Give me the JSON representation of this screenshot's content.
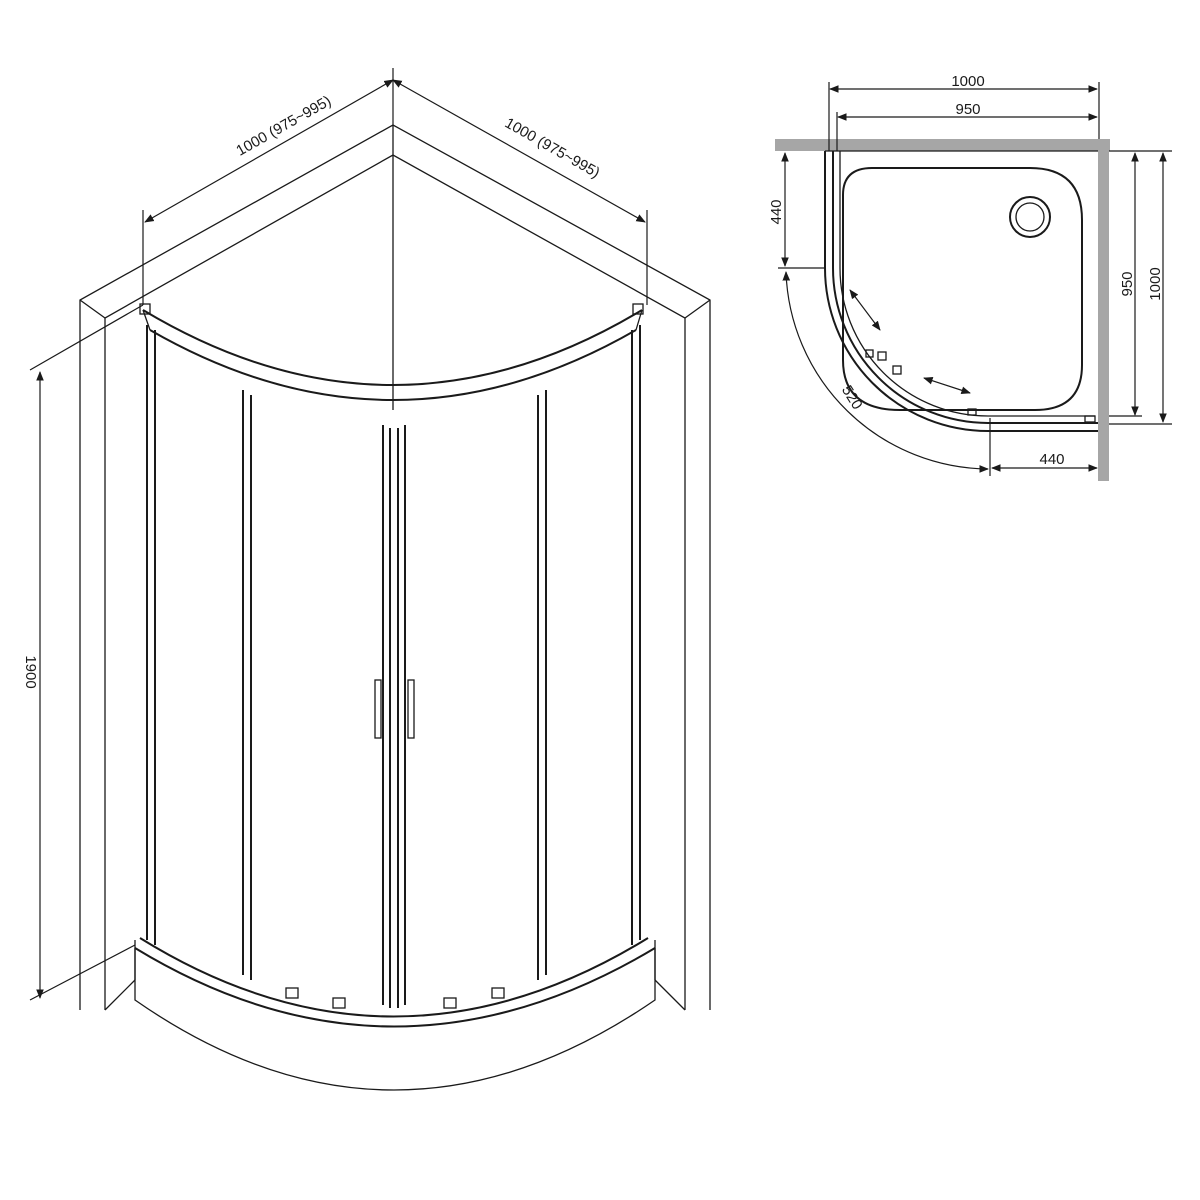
{
  "elevation": {
    "width_left_label": "1000 (975~995)",
    "width_right_label": "1000 (975~995)",
    "height_label": "1900"
  },
  "plan": {
    "outer_width_label": "1000",
    "inner_width_label": "950",
    "left_side_label": "440",
    "arc_label": "520",
    "bottom_side_label": "440",
    "inner_depth_label": "950",
    "outer_depth_label": "1000",
    "wall_color": "#a6a6a6"
  }
}
